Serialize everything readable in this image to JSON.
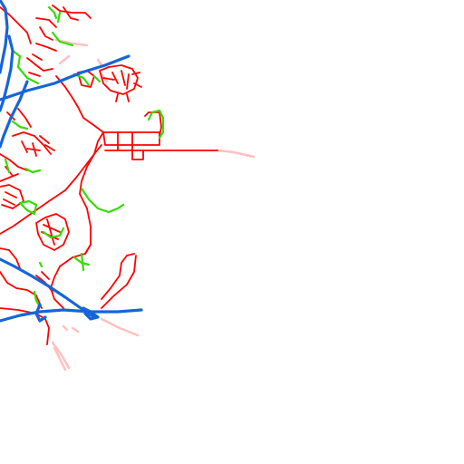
{
  "map": {
    "background": "#ffffff",
    "layers": [
      {
        "id": "highways",
        "color": "#1565d8"
      },
      {
        "id": "roads",
        "color": "#ff0000"
      },
      {
        "id": "paths",
        "color": "#33dd00"
      },
      {
        "id": "planned",
        "color": "#ffc0c0"
      }
    ]
  }
}
